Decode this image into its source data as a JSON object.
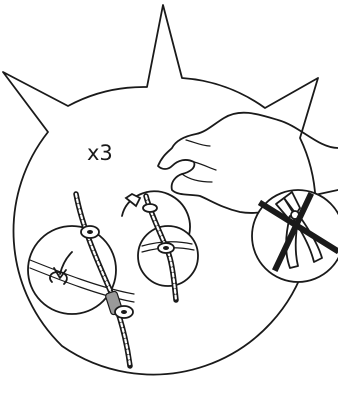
{
  "figure": {
    "multiplier_text": "x3",
    "ink_color": "#1a1a1a",
    "background_color": "#ffffff"
  },
  "icons": {
    "burst": "starburst-outline",
    "hand": "hand-pinching",
    "tool": "cutting-pliers",
    "prohibition": "x-cross",
    "hint_arrow": "curved-arrow"
  }
}
